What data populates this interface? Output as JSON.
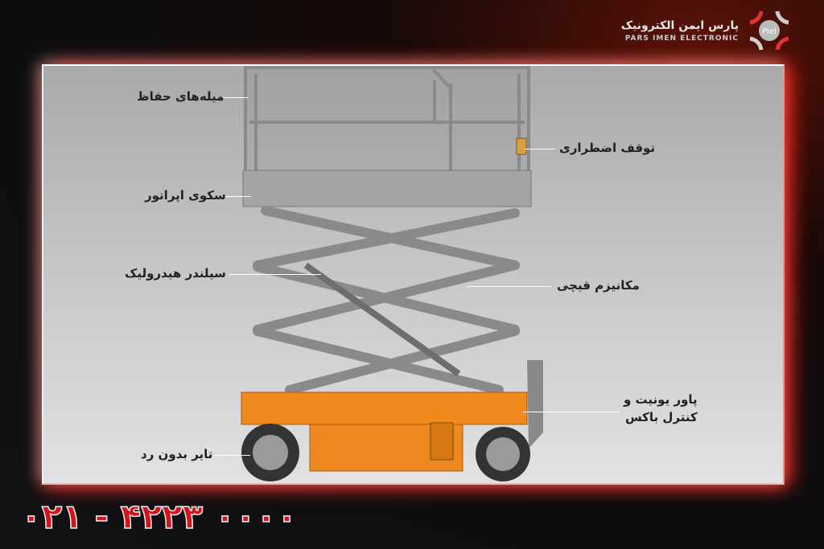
{
  "brand": {
    "name_fa": "پارس ایمن الکترونیک",
    "name_en": "PARS IMEN ELECTRONIC",
    "logo_mark": "Piel"
  },
  "labels": {
    "guard_rails": "میله‌های حفاظ",
    "operator_platform": "سکوی اپراتور",
    "hydraulic_cylinder": "سیلندر هیدرولیک",
    "non_marking_tire": "تایر بدون رد",
    "emergency_stop": "توقف اضطراری",
    "scissor_mechanism": "مکانیزم قیچی",
    "power_unit_line1": "پاور یونیت و",
    "power_unit_line2": "کنترل باکس"
  },
  "phone": "۰۲۱ - ۴۲۲۳ ۰۰۰۰",
  "colors": {
    "accent": "#d4141c",
    "body": "#f08a1c"
  }
}
